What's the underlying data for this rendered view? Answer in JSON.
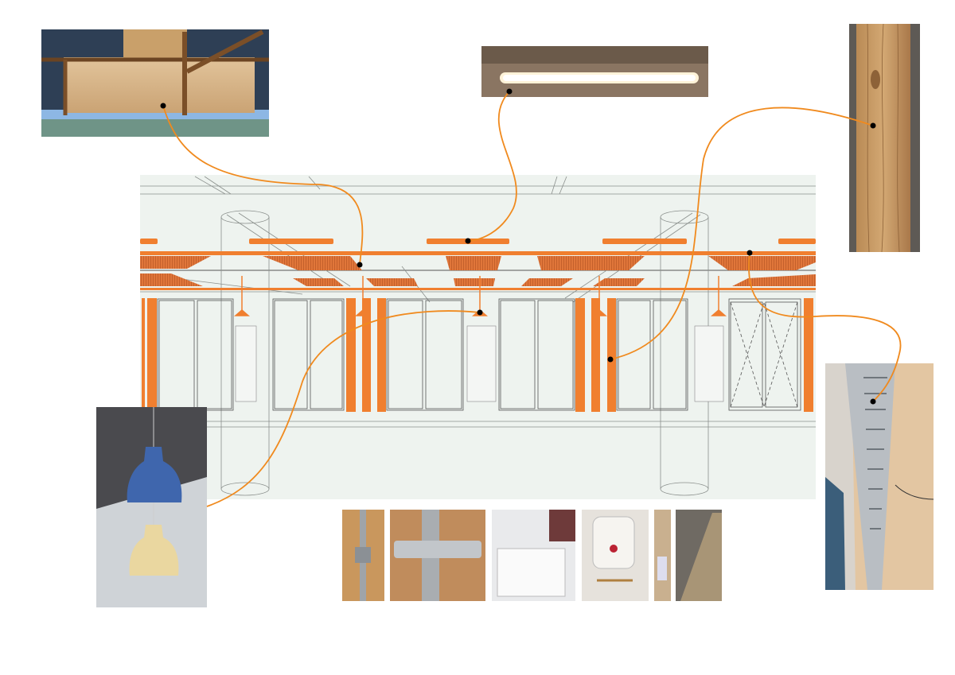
{
  "colors": {
    "background": "#ffffff",
    "drawing_background": "#eef3ef",
    "accent_orange": "#f07f2f",
    "leader_line": "#f08a1e",
    "marker_dot": "#000000",
    "line_work": "#8a8f8c"
  },
  "photos": [
    {
      "id": "timber-canopy-ceiling-photo"
    },
    {
      "id": "fluorescent-tube-light-photo"
    },
    {
      "id": "timber-post-photo"
    },
    {
      "id": "cable-tray-photo"
    },
    {
      "id": "pendant-lamps-photo"
    },
    {
      "id": "electrical-box-photo"
    },
    {
      "id": "pipe-clamp-photo"
    },
    {
      "id": "sink-photo"
    },
    {
      "id": "water-heater-photo"
    },
    {
      "id": "wall-strip-photo"
    },
    {
      "id": "wood-bench-photo"
    }
  ]
}
